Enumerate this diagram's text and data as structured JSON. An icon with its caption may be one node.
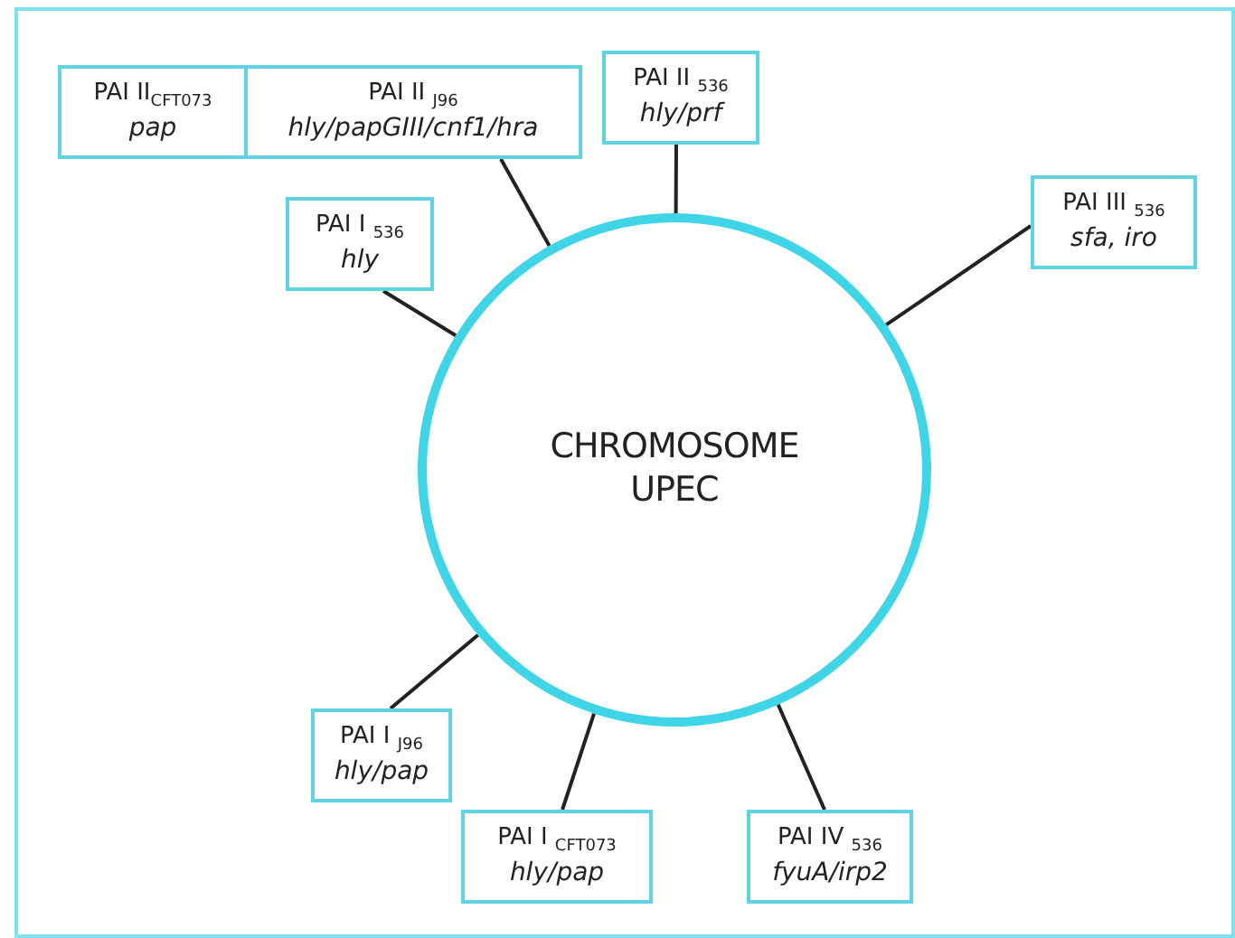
{
  "diagram": {
    "nodes": [
      {
        "text": [
          "CHROMOSOME UPEC"
        ]
      },
      {
        "text": [
          "PAI II$_{CFT073}$",
          "pap"
        ]
      },
      {
        "text": [
          "PAI II $_{J96}$",
          "hly/papGIII/cnf1/hra"
        ]
      },
      {
        "text": [
          "PAI II $_{536}$",
          "hly/prf"
        ]
      },
      {
        "text": [
          "PAI III $_{536}$",
          "sfa, iro"
        ]
      },
      {
        "text": [
          "PAI I $_{536}$",
          "hly"
        ]
      },
      {
        "text": [
          "PAI I $_{J96}$",
          "hly/pap"
        ]
      },
      {
        "text": [
          "PAI I $_{CFT073}$",
          "hly/pap"
        ]
      },
      {
        "text": [
          "PAI IV $_{536}$",
          "fyuA/irp2"
        ]
      }
    ],
    "edges": [
      {
        "from": 0,
        "to": 2,
        "arrow": "none"
      },
      {
        "from": 0,
        "to": 3,
        "arrow": "none"
      },
      {
        "from": 0,
        "to": 4,
        "arrow": "none"
      },
      {
        "from": 0,
        "to": 5,
        "arrow": "none"
      },
      {
        "from": 0,
        "to": 6,
        "arrow": "none"
      },
      {
        "from": 0,
        "to": 7,
        "arrow": "none"
      },
      {
        "from": 0,
        "to": 8,
        "arrow": "none"
      }
    ]
  }
}
